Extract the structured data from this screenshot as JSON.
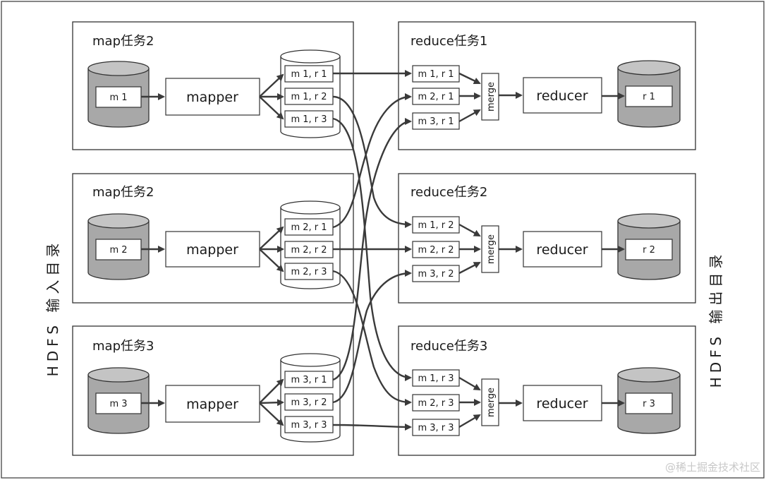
{
  "side_labels": {
    "input": "HDFS 输入目录",
    "output": "HDFS 输出目录"
  },
  "map_tasks": [
    {
      "title": "map任务2",
      "input": "m 1",
      "mapper": "mapper",
      "partitions": [
        "m 1, r 1",
        "m 1, r 2",
        "m 1, r 3"
      ]
    },
    {
      "title": "map任务2",
      "input": "m 2",
      "mapper": "mapper",
      "partitions": [
        "m 2, r 1",
        "m 2, r 2",
        "m 2, r 3"
      ]
    },
    {
      "title": "map任务3",
      "input": "m 3",
      "mapper": "mapper",
      "partitions": [
        "m 3, r 1",
        "m 3, r 2",
        "m 3, r 3"
      ]
    }
  ],
  "reduce_tasks": [
    {
      "title": "reduce任务1",
      "inputs": [
        "m 1, r 1",
        "m 2, r 1",
        "m 3, r 1"
      ],
      "merge": "merge",
      "reducer": "reducer",
      "output": "r 1"
    },
    {
      "title": "reduce任务2",
      "inputs": [
        "m 1, r 2",
        "m 2, r 2",
        "m 3, r 2"
      ],
      "merge": "merge",
      "reducer": "reducer",
      "output": "r 2"
    },
    {
      "title": "reduce任务3",
      "inputs": [
        "m 1, r 3",
        "m 2, r 3",
        "m 3, r 3"
      ],
      "merge": "merge",
      "reducer": "reducer",
      "output": "r 3"
    }
  ],
  "watermark": "@稀土掘金技术社区",
  "colors": {
    "storage_fill": "#a8a8a8",
    "storage_top": "#c4c4c4",
    "line": "#3a3a3a"
  }
}
